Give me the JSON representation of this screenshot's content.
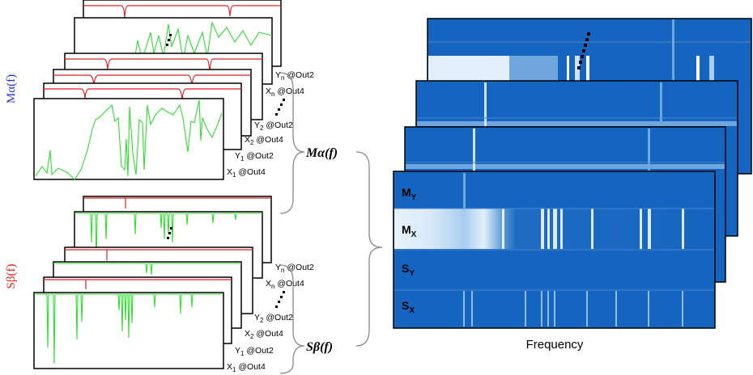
{
  "left_top": {
    "side_label": "Mα(f)",
    "channel_labels": [
      {
        "main": "X",
        "sub": "1",
        "rest": " @Out4"
      },
      {
        "main": "Y",
        "sub": "1",
        "rest": " @Out2"
      },
      {
        "main": "X",
        "sub": "2",
        "rest": " @Out4"
      },
      {
        "main": "Y",
        "sub": "2",
        "rest": " @Out2"
      },
      {
        "main": "X",
        "sub": "n",
        "rest": " @Out4"
      },
      {
        "main": "Y",
        "sub": "n",
        "rest": " @Out2"
      }
    ]
  },
  "left_bottom": {
    "side_label": "Sβ(f)",
    "channel_labels": [
      {
        "main": "X",
        "sub": "1",
        "rest": " @Out4"
      },
      {
        "main": "Y",
        "sub": "1",
        "rest": " @Out2"
      },
      {
        "main": "X",
        "sub": "2",
        "rest": " @Out4"
      },
      {
        "main": "Y",
        "sub": "2",
        "rest": " @Out2"
      },
      {
        "main": "X",
        "sub": "n",
        "rest": " @Out4"
      },
      {
        "main": "Y",
        "sub": "n",
        "rest": " @Out2"
      }
    ]
  },
  "brace_labels": {
    "m": "Mα(f)",
    "s": "Sβ(f)"
  },
  "right": {
    "rows": [
      {
        "main": "M",
        "sub": "Y"
      },
      {
        "main": "M",
        "sub": "X"
      },
      {
        "main": "S",
        "sub": "Y"
      },
      {
        "main": "S",
        "sub": "X"
      }
    ],
    "x_label": "Frequency"
  },
  "colors": {
    "heat_base": "#1565c0",
    "heat_light": "#e3f2fd",
    "spectrum_green": "#33dd33",
    "spectrum_red": "#dd2222",
    "alpha_blue": "#2233dd"
  }
}
